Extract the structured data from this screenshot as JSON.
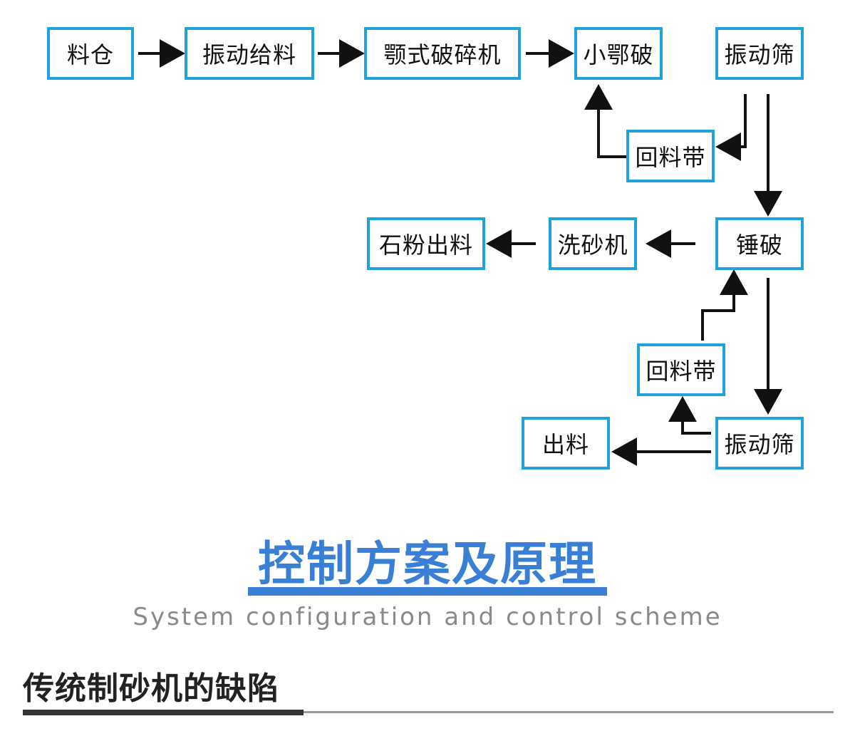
{
  "flowchart": {
    "nodes": {
      "bin": "料仓",
      "vib_feeder": "振动给料",
      "jaw_crusher": "颚式破碎机",
      "small_jaw": "小鄂破",
      "vib_screen_1": "振动筛",
      "return_belt_1": "回料带",
      "hammer_crusher": "锤破",
      "sand_washer": "洗砂机",
      "stone_powder_out": "石粉出料",
      "return_belt_2": "回料带",
      "vib_screen_2": "振动筛",
      "output": "出料"
    },
    "edges": [
      [
        "bin",
        "vib_feeder"
      ],
      [
        "vib_feeder",
        "jaw_crusher"
      ],
      [
        "jaw_crusher",
        "small_jaw"
      ],
      [
        "vib_screen_1",
        "return_belt_1"
      ],
      [
        "return_belt_1",
        "small_jaw"
      ],
      [
        "vib_screen_1",
        "hammer_crusher"
      ],
      [
        "hammer_crusher",
        "sand_washer"
      ],
      [
        "sand_washer",
        "stone_powder_out"
      ],
      [
        "hammer_crusher",
        "vib_screen_2"
      ],
      [
        "vib_screen_2",
        "return_belt_2"
      ],
      [
        "return_belt_2",
        "hammer_crusher"
      ],
      [
        "vib_screen_2",
        "output"
      ]
    ],
    "box_color": "#1ea3dc",
    "arrow_color": "#111111"
  },
  "section": {
    "title": "控制方案及原理",
    "subtitle": "System configuration and control scheme",
    "title_color": "#3a7fd6"
  },
  "subsection": {
    "heading": "传统制砂机的缺陷"
  }
}
